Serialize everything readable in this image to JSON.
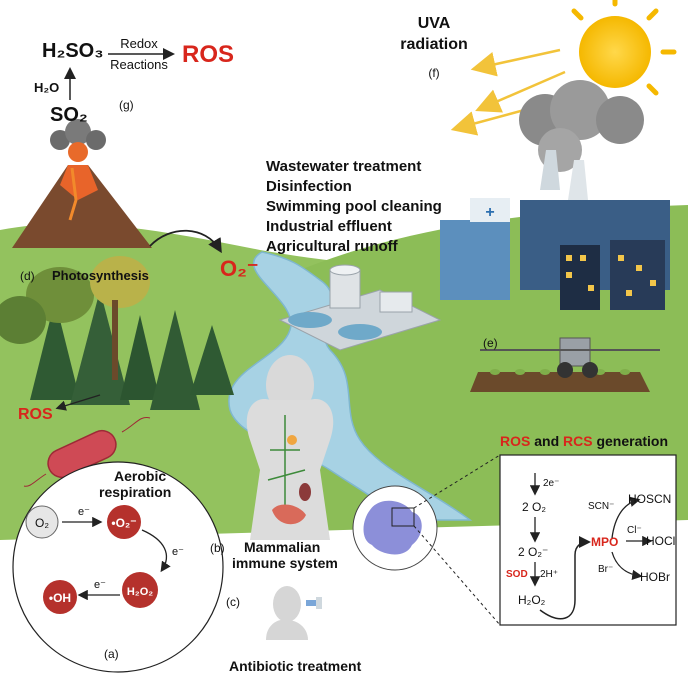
{
  "chem_reaction": {
    "h2so3": "H₂SO₃",
    "redox": "Redox",
    "reactions": "Reactions",
    "ros": "ROS",
    "h2o": "H₂O",
    "so2": "SO₂",
    "label": "(g)"
  },
  "uva": {
    "line1": "UVA",
    "line2": "radiation",
    "label": "(f)"
  },
  "sources_list": [
    "Wastewater treatment",
    "Disinfection",
    "Swimming pool cleaning",
    "Industrial effluent",
    "Agricultural runoff"
  ],
  "superoxide_main": "O₂⁻",
  "forest": {
    "label": "(d)",
    "photosynthesis": "Photosynthesis",
    "ros": "ROS"
  },
  "city_label": "(e)",
  "respiration": {
    "title_line1": "Aerobic",
    "title_line2": "respiration",
    "o2": "O₂",
    "superoxide": "•O₂⁻",
    "h2o2": "H₂O₂",
    "hydroxyl": "•OH",
    "electron": "e⁻",
    "label": "(a)"
  },
  "immune": {
    "label": "(b)",
    "line1": "Mammalian",
    "line2": "immune system"
  },
  "antibiotic": {
    "label": "(c)",
    "text": "Antibiotic treatment"
  },
  "generation_box": {
    "title_ros": "ROS",
    "title_and": " and ",
    "title_rcs": "RCS",
    "title_rest": " generation",
    "electron2": "2e⁻",
    "o2": "2 O₂",
    "superoxide": "2 O₂⁻",
    "sod": "SOD",
    "protons": "2H⁺",
    "h2o2": "H₂O₂",
    "mpo": "MPO",
    "scn_ion": "SCN⁻",
    "hoscn": "HOSCN",
    "cl_ion": "Cl⁻",
    "hocl": "HOCl",
    "br_ion": "Br⁻",
    "hobr": "HOBr"
  },
  "colors": {
    "accent_red": "#d8261c",
    "grass": "#8fbf5a",
    "river": "#9ccde0",
    "sun": "#f7c21b",
    "circle_red": "#b5312c"
  }
}
